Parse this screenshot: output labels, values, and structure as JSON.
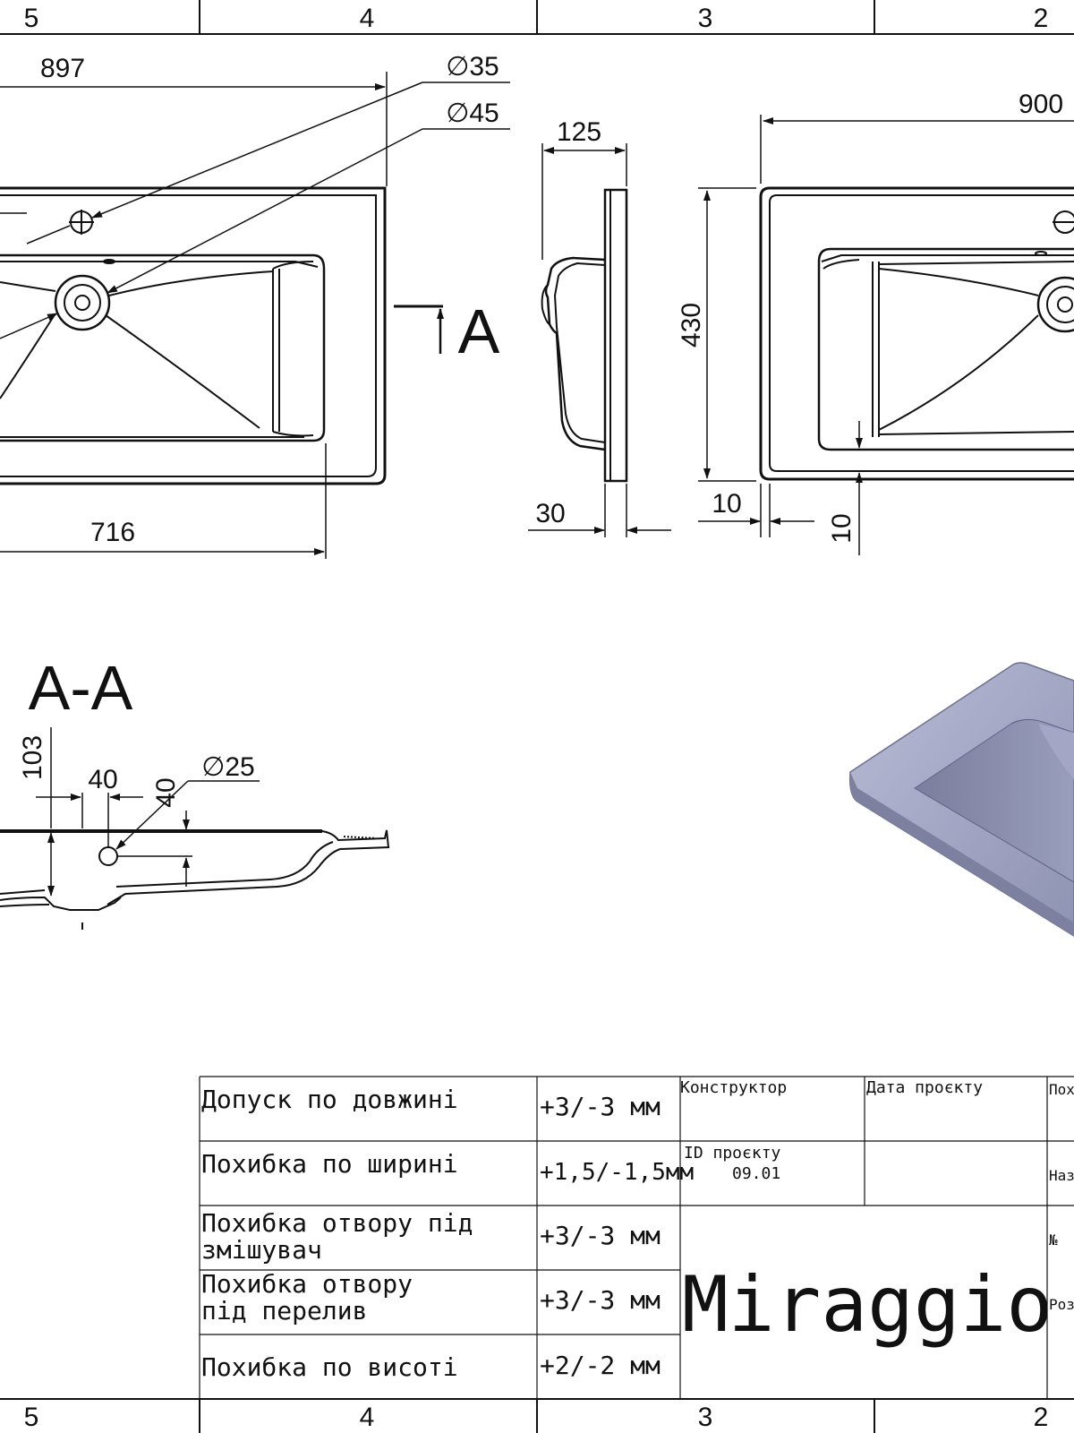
{
  "zones": {
    "top": [
      "5",
      "4",
      "3",
      "2"
    ],
    "bottom": [
      "5",
      "4",
      "3",
      "2"
    ]
  },
  "top_view": {
    "width_dim": "897",
    "hole_35": "∅35",
    "hole_45": "∅45",
    "basin_dim": "716",
    "section_mark": "A"
  },
  "side_view": {
    "depth_dim": "125",
    "thickness_dim": "30"
  },
  "right_view": {
    "width_dim": "900",
    "height_dim": "430",
    "margin_x": "10",
    "margin_y": "10"
  },
  "section_view": {
    "title": "A-A",
    "height_dim": "103",
    "offset_x": "40",
    "offset_y": "40",
    "overflow_dia": "∅25"
  },
  "tolerance_table": [
    {
      "label": [
        "Допуск по довжині"
      ],
      "value": "+3/-3 мм"
    },
    {
      "label": [
        "Похибка по ширині"
      ],
      "value": "+1,5/-1,5мм"
    },
    {
      "label": [
        "Похибка отвору під",
        "змішувач"
      ],
      "value": "+3/-3 мм"
    },
    {
      "label": [
        "Похибка отвору",
        "під перелив"
      ],
      "value": "+3/-3 мм"
    },
    {
      "label": [
        "Похибка по висоті"
      ],
      "value": "+2/-2 мм"
    }
  ],
  "title_block": {
    "designer_label": "Конструктор",
    "date_label": "Дата проєкту",
    "project_id_label": "ID проєкту",
    "project_id_value": "09.01",
    "brand": "Miraggio",
    "right_labels": [
      "Пох",
      "Наз",
      "№",
      "Роз"
    ]
  },
  "colors": {
    "line": "#111111",
    "render_light": "#a9adc9",
    "render_mid": "#9195b5",
    "render_dark": "#7d819f"
  }
}
